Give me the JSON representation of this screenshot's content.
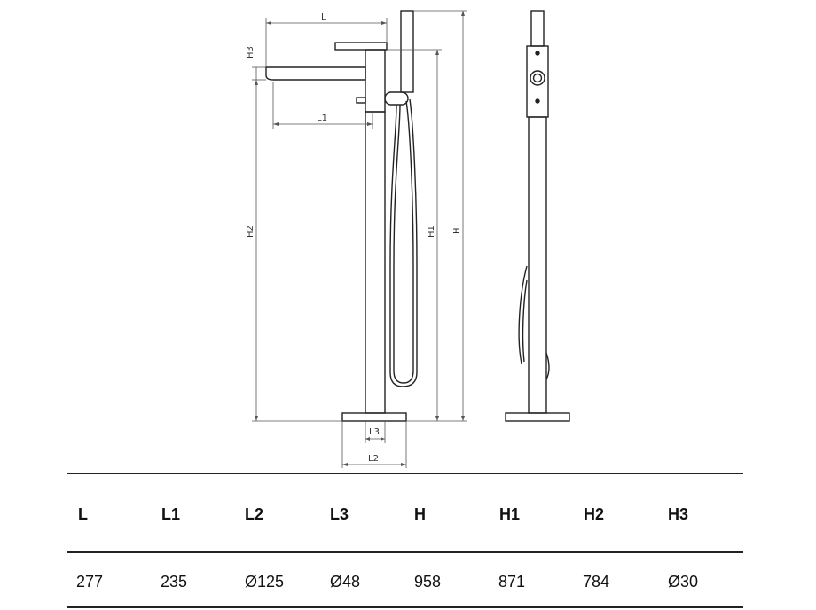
{
  "drawing": {
    "labels": {
      "L": "L",
      "L1": "L1",
      "L2": "L2",
      "L3": "L3",
      "H": "H",
      "H1": "H1",
      "H2": "H2",
      "H3": "H3"
    }
  },
  "table": {
    "headers": [
      "L",
      "L1",
      "L2",
      "L3",
      "H",
      "H1",
      "H2",
      "H3"
    ],
    "values": [
      "277",
      "235",
      "Ø125",
      "Ø48",
      "958",
      "871",
      "784",
      "Ø30"
    ]
  },
  "colors": {
    "line": "#222222",
    "dimension": "#555555"
  }
}
